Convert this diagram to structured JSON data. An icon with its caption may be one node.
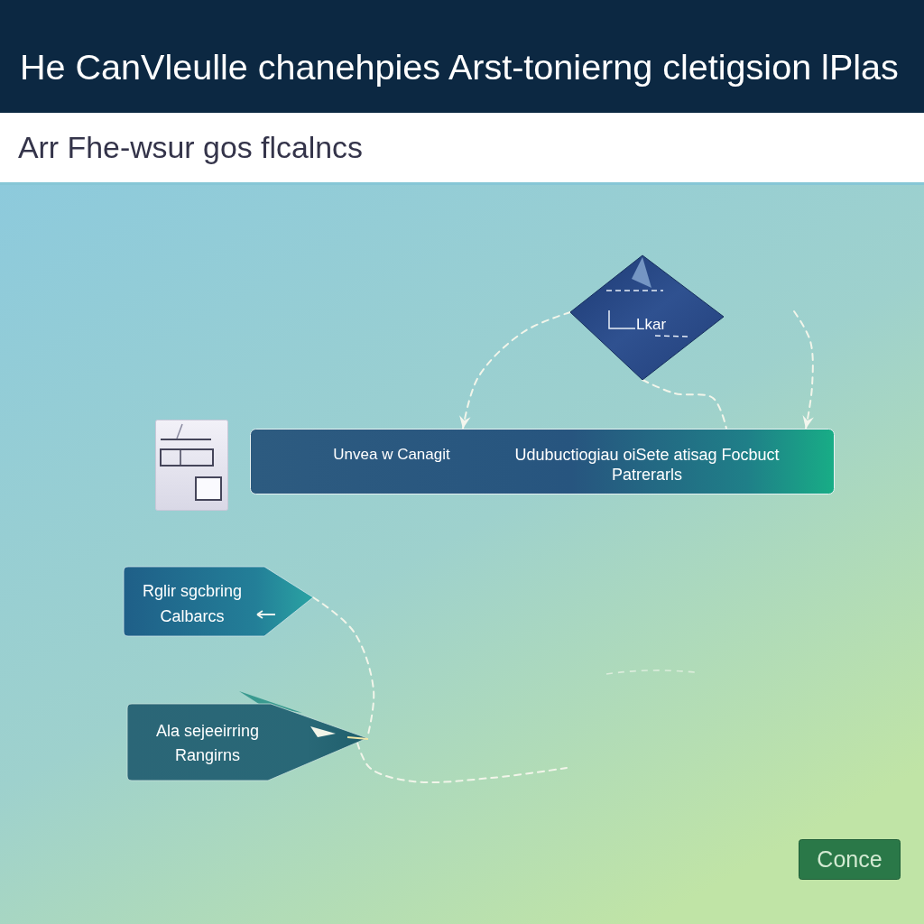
{
  "diagram": {
    "title": "He CanVleulle chanehpies Arst-tonierng cletigsion lPlas",
    "nodes": [
      {
        "text": [
          "Lkar"
        ]
      },
      {
        "text": [
          "Unvea w Canagit",
          "Udubuctiogiau oiSete atisag Focbuct Patrerarls"
        ]
      },
      {
        "text": [
          "Rglir sgcbring Calbarcs"
        ]
      },
      {
        "text": [
          "Ala sejeeirring Rangirns"
        ]
      },
      {
        "text": [
          "Conce"
        ]
      }
    ],
    "edges": [
      {
        "from": 0,
        "to": 1,
        "arrow": "to",
        "style": "dashed"
      },
      {
        "from": 0,
        "to": 1,
        "arrow": "none",
        "style": "dashed"
      },
      {
        "from": null,
        "to": 1,
        "arrow": "to",
        "style": "dashed"
      },
      {
        "from": 2,
        "to": 3,
        "arrow": "none",
        "style": "dashed"
      },
      {
        "from": 3,
        "to": null,
        "arrow": "none",
        "style": "dashed"
      }
    ],
    "labels": [
      "Arr Fhe-wsur gos flcalncs"
    ]
  }
}
